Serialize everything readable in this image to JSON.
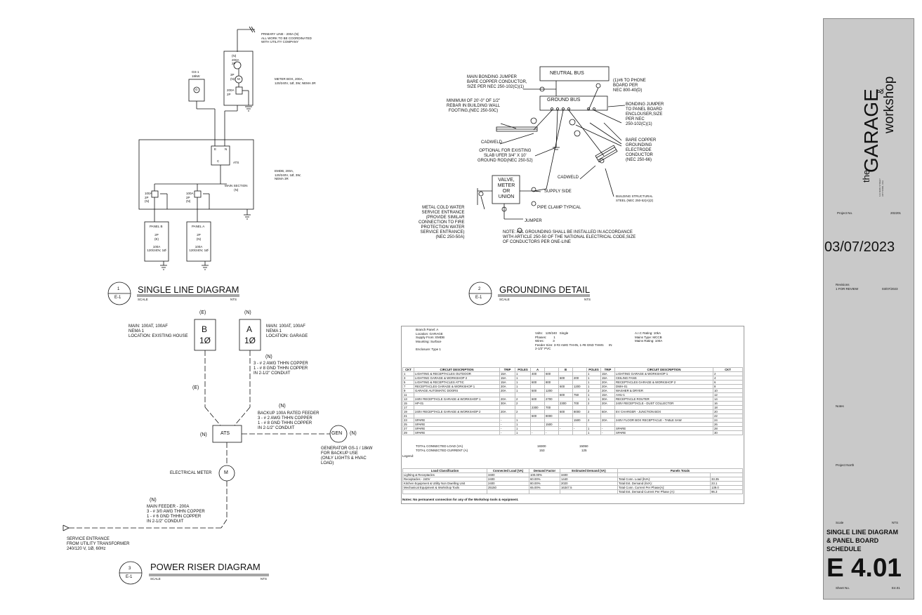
{
  "single_line": {
    "primary_line": "PRIMARY LINE - 200A (N)\nALL WORK TO BE COORDINATED\nWITH UTILITY COMPANY",
    "meter_box": "METER BOX, 200A,\n120/240V, 1Ø, 3W, NEMA 3R",
    "meter_top_label": "(N)\n200A\n2P",
    "meter_mid_label": "3P\n(N)",
    "meter_bot_label": "200A\n2P",
    "meter_m": "M",
    "gen_label": "GS-1\n18kW",
    "gen_g": "G",
    "ats_e": "E",
    "ats_n": "N",
    "ats_c": "C",
    "ats_label": "ATS",
    "emdb": "EMDB, 200A,\n120/240V, 1Ø, 3W,\nNEMA 3R",
    "main_section": "MAIN SECTION\n(N)",
    "brk_b": "100A\n2P\n(N)",
    "brk_a": "100A\n2P\n(N)",
    "panel_b": "PANEL B",
    "panel_a": "PANEL A",
    "panel_b_spec": "2P\n(E)\n\n100A\n120/240V, 1Ø",
    "panel_a_spec": "2P\n(N)\n\n100A\n120/240V, 1Ø",
    "tag_num": "1",
    "tag_sheet": "E-1",
    "title": "SINGLE LINE DIAGRAM",
    "scale": "SCALE",
    "nts": "NTS"
  },
  "grounding": {
    "neutral_bus": "NEUTRAL BUS",
    "ground_bus": "GROUND BUS",
    "main_bonding": "MAIN BONDING JUMPER\nBARE COPPER CONDUCTOR,\nSIZE PER NEC 250-102(C)(1)",
    "phone": "(1)#6 TO PHONE\nBOARD PER\nNEC 800-40(D)",
    "rebar": "MINIMUM OF 20'-0\" OF 1/2\"\nREBAR IN BUILDING WALL\nFOOTING,(NEC 250-50C)",
    "bonding_jumper": "BONDING JUMPER\nTO PANEL BOARD\nENCLOUSER,SIZE\nPER NEC\n250-102(C)(1)",
    "cadweld1": "CADWELD",
    "optional": "OPTIONAL FOR EXISTING\nSLAB UFER 3/4\" X 10'\nGROUND ROD(NEC 250-52)",
    "bare_copper": "BARE COPPER\nGROUNDING\nELECTRODE\nCONDUCTOR\n(NEC 250-66)",
    "valve": "VALVE,\nMETER\nOR\nUNION",
    "supply_side": "SUPPLY SIDE",
    "cadweld2": "CADWELD",
    "steel": "BUILDING STRUCTURAL\nSTEEL (NEC 250-52(A)(2)",
    "water": "METAL COLD WATER\nSERVICE ENTRANCE\n(PROVIDE SIMILAR\nCONNECTION TO FIRE\nPROTECTION WATER\nSERVICE ENTRANCE)\n(NEC 250-50A)",
    "pipe_clamp": "PIPE CLAMP TYPICAL",
    "jumper": "JUMPER",
    "note": "NOTE: ALL GROUNDING SHALL BE INSTALLED IN ACCORDANCE\nWITH ARTICLE 250-50 OF THE NATIONAL ELECTRICAL CODE,SIZE\nOF CONDUCTORS PER ONE-LINE",
    "tag_num": "2",
    "tag_sheet": "E-1",
    "title": "GROUNDING DETAIL",
    "scale": "SCALE",
    "nts": "NTS"
  },
  "riser": {
    "e_b": "(E)",
    "n_a": "(N)",
    "b_letter": "B",
    "a_letter": "A",
    "phase": "1Ø",
    "main_b": "MAIN: 100AT, 100AF\nNEMA 1\nLOCATION: EXISTING HOUSE",
    "main_a": "MAIN: 100AT, 100AF\nNEMA 1\nLOCATION: GARAGE",
    "n1": "(N)",
    "feeder_a": "3 - # 2 AWG THHN COPPER\n1 - # 8 GND THHN COPPER\nIN 2-1/2\" CONDUIT",
    "e2": "(E)",
    "n2": "(N)",
    "backup": "BACKUP 100A RATED FEEDER\n3 - # 2 AWG THHN COPPER\n1 - # 8 GND THHN COPPER\nIN 2-1/2\" CONDUIT",
    "n_ats": "(N)",
    "ats": "ATS",
    "gen": "GEN",
    "n_gen": "(N)",
    "gen_desc": "GENERATOR GS-1 / 18kW\nFOR BACKUP USE\n(ONLY LIGHTS & HVAC\nLOAD)",
    "meter_label": "ELECTRICAL METER",
    "m": "M",
    "n3": "(N)",
    "main_feeder": "MAIN FEEDER - 200A\n3 - # 3/0 AWG THHN COPPER\n1 - # 6 GND THHN COPPER\nIN 2-1/2\" CONDUIT",
    "service": "SERVICE ENTRANCE\nFROM UTILITY TRANSFORMER\n240/120 V, 1Ø, 60Hz",
    "tag_num": "3",
    "tag_sheet": "E-1",
    "title": "POWER RISER DIAGRAM",
    "scale": "SCALE",
    "nts": "NTS"
  },
  "panel": {
    "header_left": "Branch Panel: A\nLocation: GARAGE\nSupply From: EMDB\nMounting: Surface\n\nEnclosure: Type 1",
    "header_mid": "Volts:   120/240   Single\nPhases:        1\nWires:          3\nFeeder Size: 3-#2 AWG THHN, 1-#8 GND THHN      IN\n2-1/2\" PVC",
    "header_right": "A.I.C Rating: 10kA\nMains Type: MCCB\nMains Rating: 100A",
    "columns": [
      "CKT",
      "CIRCUIT DESCRIPTION",
      "TRIP",
      "POLES",
      "A",
      "",
      "B",
      "",
      "POLES",
      "TRIP",
      "CIRCUIT DESCRIPTION",
      "CKT"
    ],
    "rows": [
      [
        "1",
        "LIGHTING & RECEPTACLES OUTDOOR",
        "15A",
        "1",
        "400",
        "600",
        "",
        "",
        "1",
        "15A",
        "LIGHTING GARAGE & WORKSHOP 1",
        "2"
      ],
      [
        "3",
        "LIGHTING GARAGE & WORKSHOP 2",
        "15A",
        "1",
        "",
        "",
        "600",
        "200",
        "1",
        "15A",
        "CEILING FANS",
        "4"
      ],
      [
        "5",
        "LIGHTING & RECEPTACLES ATTIC",
        "15A",
        "1",
        "600",
        "800",
        "",
        "",
        "1",
        "20A",
        "RECEPTACLES GARAGE & WORKSHOP 2",
        "6"
      ],
      [
        "7",
        "RECEPTACLES GARAGE & WORKSHOP 1",
        "20A",
        "1",
        "",
        "",
        "600",
        "1200",
        "1",
        "20A",
        "DWH-01",
        "8"
      ],
      [
        "9",
        "GARAGE AUTOMATIC DOORS",
        "20A",
        "1",
        "500",
        "1200",
        "",
        "",
        "2",
        "20A",
        "WASHER & DRYER",
        "10"
      ],
      [
        "11",
        "",
        "",
        "",
        "",
        "",
        "600",
        "750",
        "1",
        "15A",
        "AHU-1",
        "12"
      ],
      [
        "13",
        "240V RECEPTACLE GARAGE & WORKSHOP 1",
        "20A",
        "2",
        "600",
        "2700",
        "",
        "",
        "1",
        "30A",
        "RECEPTACLE ROUTER",
        "14"
      ],
      [
        "15",
        "HP-01",
        "30A",
        "2",
        "",
        "",
        "2300",
        "700",
        "2",
        "20A",
        "240V RECEPTACLE - DUST COLLECTOR",
        "16"
      ],
      [
        "17",
        "",
        "",
        "",
        "2300",
        "700",
        "",
        "",
        "",
        "",
        "",
        "18"
      ],
      [
        "19",
        "240V RECEPTACLE GARAGE & WORKSHOP 2",
        "20A",
        "2",
        "",
        "",
        "600",
        "8000",
        "2",
        "60A",
        "EV CHARGER - JUNCTION BOX",
        "20"
      ],
      [
        "21",
        "",
        "",
        "",
        "600",
        "8000",
        "",
        "",
        "",
        "",
        "",
        "22"
      ],
      [
        "23",
        "SPARE",
        "-",
        "1",
        "",
        "",
        "",
        "1500",
        "2",
        "20A",
        "240V FLOOR BOX RECEPTACLE - TABLE SAW",
        "24"
      ],
      [
        "25",
        "SPARE",
        "-",
        "1",
        "",
        "1500",
        "",
        "",
        "",
        "",
        "",
        "26"
      ],
      [
        "27",
        "SPARE",
        "-",
        "1",
        "",
        "",
        "-",
        "-",
        "1",
        "-",
        "SPARE",
        "28"
      ],
      [
        "29",
        "SPARE",
        "-",
        "1",
        "-",
        "-",
        "",
        "",
        "1",
        "-",
        "SPARE",
        "30"
      ]
    ],
    "total_load_label": "TOTAL CONNECTED LOAD (VA)",
    "total_load_a": "18300",
    "total_load_b": "15050",
    "total_current_label": "TOTAL CONNECTED CURRENT (A)",
    "total_current_a": "153",
    "total_current_b": "125",
    "legend_label": "Legend:",
    "load_columns": [
      "Load Classification",
      "Connected Load (VA)",
      "Demand Factor",
      "Estimated Demand (VA)",
      "Panels Totals"
    ],
    "load_rows": [
      [
        "Lighting & Receptacles",
        "3400",
        "100.00%",
        "3400",
        "",
        ""
      ],
      [
        "Receptacles - 240V",
        "2400",
        "60.00%",
        "1440",
        "Total Conn. Load (kVA):",
        "33.35"
      ],
      [
        "Kitchen Equipment & Utility Non Dwelling Unit",
        "2400",
        "80.00%",
        "2020",
        "Total Est. Demand (kVA):",
        "23.1"
      ],
      [
        "Mechanical Equipment & Workshop Tools",
        "25150",
        "65.00%",
        "16347.5",
        "Total Conn. Current Per Phase(A):",
        "139.0"
      ],
      [
        "",
        "",
        "",
        "",
        "Total Est. Demand Current Per Phase (A):",
        "96.3"
      ]
    ],
    "notes": "Notes: No permanent connection for any of the Workshop tools & equipment."
  },
  "titleblock": {
    "the": "the",
    "garage": "GARAGE",
    "amp": "&",
    "workshop": "workshop",
    "address": "123 MAIN STREET\nANYTOWN, USA",
    "project_no_label": "Project No.",
    "project_no": "202201",
    "date": "03/07/2023",
    "revisions_label": "Revisions",
    "rev1": "1   FOR REVIEW",
    "rev1_date": "03/07/2023",
    "notes_label": "Notes",
    "project_north_label": "Project North",
    "scale_label": "Scale",
    "scale_value": "NTS",
    "sheet_title": "SINGLE LINE DIAGRAM\n& PANEL BOARD\nSCHEDULE",
    "sheet_number": "E 4.01",
    "sheet_no_label": "Sheet No.",
    "sheet_no_value": "E4.01"
  }
}
